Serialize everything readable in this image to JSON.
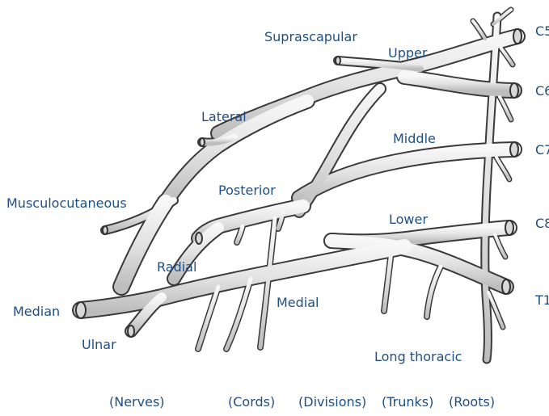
{
  "colors": {
    "label": "#1f4f86",
    "nerve_fill": "#e9e9e9",
    "nerve_stroke": "#3a3a3a",
    "background": "#ffffff"
  },
  "labels": {
    "suprascapular": "Suprascapular",
    "upper": "Upper",
    "middle": "Middle",
    "lower": "Lower",
    "lateral": "Lateral",
    "posterior": "Posterior",
    "medial": "Medial",
    "musculocutaneous": "Musculocutaneous",
    "radial": "Radial",
    "median": "Median",
    "ulnar": "Ulnar",
    "long_thoracic": "Long thoracic",
    "c5": "C5",
    "c6": "C6",
    "c7": "C7",
    "c8": "C8",
    "t1": "T1"
  },
  "columns": {
    "nerves": "(Nerves)",
    "cords": "(Cords)",
    "divisions": "(Divisions)",
    "trunks": "(Trunks)",
    "roots": "(Roots)"
  }
}
